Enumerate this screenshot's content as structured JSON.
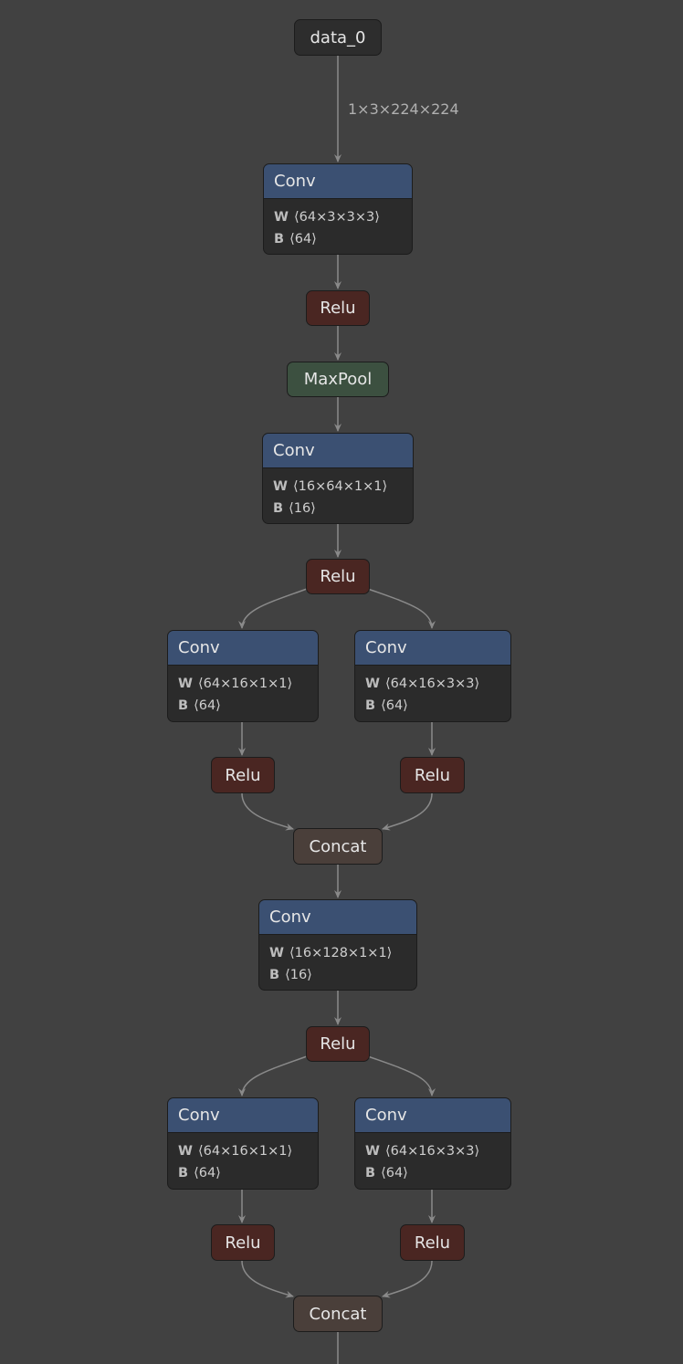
{
  "colors": {
    "background": "#414141",
    "conv": "#3b5072",
    "relu": "#4a2622",
    "maxpool": "#3c5040",
    "concat": "#4a3f3a",
    "edge": "#8a8a8a"
  },
  "input_edge_label": "1×3×224×224",
  "nodes": [
    {
      "type": "input",
      "label": "data_0"
    },
    {
      "type": "conv",
      "label": "Conv",
      "W": "⟨64×3×3×3⟩",
      "B": "⟨64⟩"
    },
    {
      "type": "relu",
      "label": "Relu"
    },
    {
      "type": "pool",
      "label": "MaxPool"
    },
    {
      "type": "conv",
      "label": "Conv",
      "W": "⟨16×64×1×1⟩",
      "B": "⟨16⟩"
    },
    {
      "type": "relu",
      "label": "Relu"
    },
    {
      "type": "conv",
      "label": "Conv",
      "W": "⟨64×16×1×1⟩",
      "B": "⟨64⟩"
    },
    {
      "type": "conv",
      "label": "Conv",
      "W": "⟨64×16×3×3⟩",
      "B": "⟨64⟩"
    },
    {
      "type": "relu",
      "label": "Relu"
    },
    {
      "type": "relu",
      "label": "Relu"
    },
    {
      "type": "concat",
      "label": "Concat"
    },
    {
      "type": "conv",
      "label": "Conv",
      "W": "⟨16×128×1×1⟩",
      "B": "⟨16⟩"
    },
    {
      "type": "relu",
      "label": "Relu"
    },
    {
      "type": "conv",
      "label": "Conv",
      "W": "⟨64×16×1×1⟩",
      "B": "⟨64⟩"
    },
    {
      "type": "conv",
      "label": "Conv",
      "W": "⟨64×16×3×3⟩",
      "B": "⟨64⟩"
    },
    {
      "type": "relu",
      "label": "Relu"
    },
    {
      "type": "relu",
      "label": "Relu"
    },
    {
      "type": "concat",
      "label": "Concat"
    }
  ],
  "weight_keys": {
    "W": "W",
    "B": "B"
  }
}
